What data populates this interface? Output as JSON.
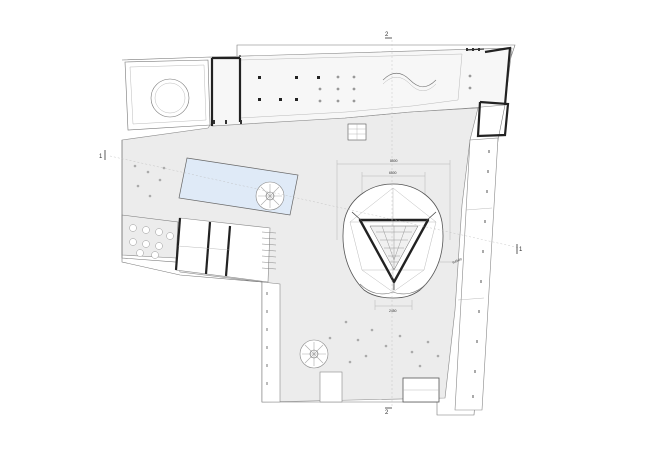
{
  "markers": {
    "section_top": "2",
    "section_bottom": "2",
    "section_left": "1",
    "section_right": "1"
  },
  "dimensions": {
    "overall_width": "8500",
    "inner_width": "6500",
    "bottom_width": "2450",
    "radius": "R4500"
  },
  "colors": {
    "paving": "#ececec",
    "pool": "#dfeaf7",
    "wall": "#222222",
    "line": "#777777"
  }
}
